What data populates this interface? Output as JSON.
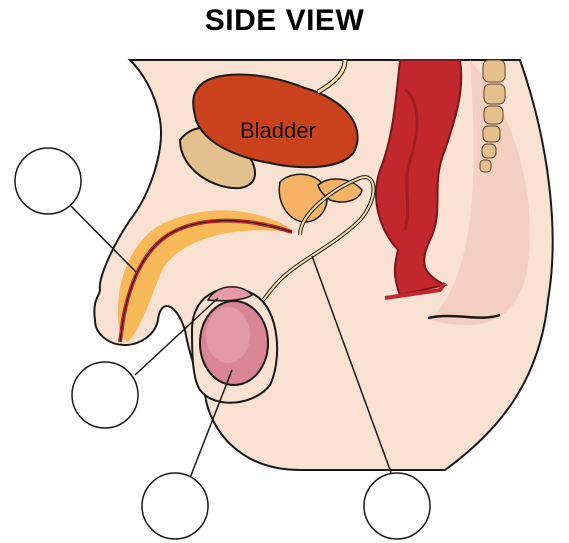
{
  "title": "SIDE VIEW",
  "labels": {
    "bladder": "Bladder"
  },
  "blank_labels": [
    {
      "id": "penis-label"
    },
    {
      "id": "epididymis-label"
    },
    {
      "id": "testis-label"
    },
    {
      "id": "vas-deferens-label"
    }
  ],
  "colors": {
    "skin": "#f9e2d2",
    "skin_shadow": "#f2cdbd",
    "bladder": "#c9421c",
    "rectum": "#c2272d",
    "gland": "#f6b366",
    "urethra_sheath": "#f7b54b",
    "testis": "#d98594",
    "bone": "#e6c08c"
  }
}
